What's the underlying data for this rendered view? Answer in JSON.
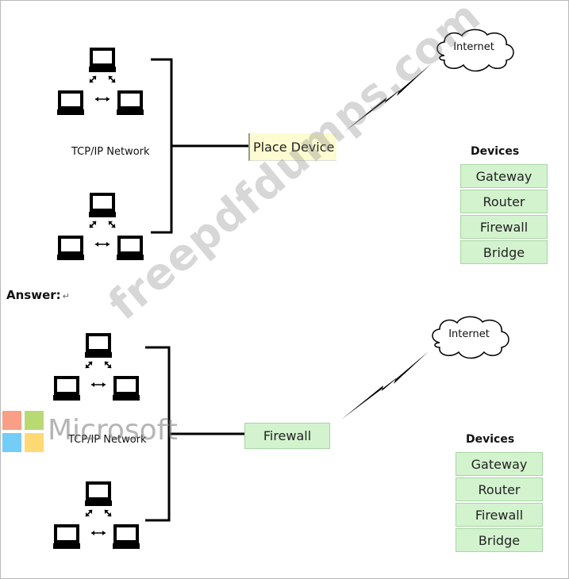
{
  "diagram_top": {
    "network_label": "TCP/IP Network",
    "internet_label": "Internet",
    "slot_label": "Place Device"
  },
  "devices_top": {
    "title": "Devices",
    "items": [
      "Gateway",
      "Router",
      "Firewall",
      "Bridge"
    ]
  },
  "answer_label": "Answer:",
  "answer_mark": "↵",
  "diagram_answer": {
    "network_label": "TCP/IP Network",
    "internet_label": "Internet",
    "slot_label": "Firewall"
  },
  "devices_answer": {
    "title": "Devices",
    "items": [
      "Gateway",
      "Router",
      "Firewall",
      "Bridge"
    ]
  },
  "watermark": {
    "site": "freepdfdumps.com",
    "brand": "Microsoft",
    "logo_colors": [
      "#f25022",
      "#7fba00",
      "#00a4ef",
      "#ffb900"
    ]
  }
}
